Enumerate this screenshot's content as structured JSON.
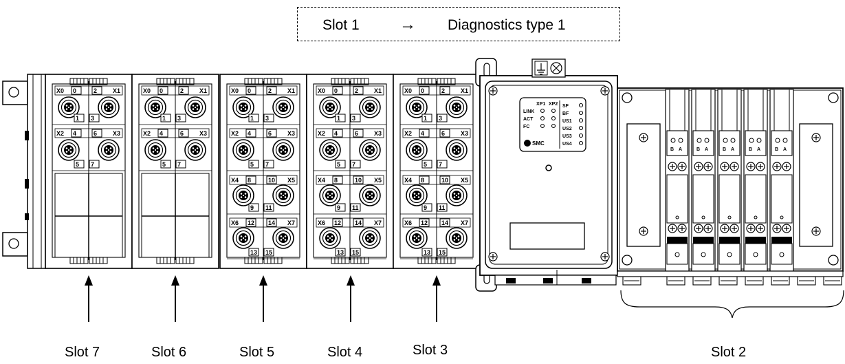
{
  "legend": {
    "slot": "Slot 1",
    "arrow": "→",
    "description": "Diagnostics type 1"
  },
  "slots": [
    {
      "label": "Slot 7"
    },
    {
      "label": "Slot 6"
    },
    {
      "label": "Slot 5"
    },
    {
      "label": "Slot 4"
    },
    {
      "label": "Slot 3"
    },
    {
      "label": "Slot 2"
    }
  ],
  "io_module": {
    "connector_labels_top": [
      "X0",
      "0",
      "2",
      "X1"
    ],
    "connector_labels_row1": [
      "1",
      "3"
    ],
    "connector_labels_mid": [
      "X2",
      "4",
      "6",
      "X3"
    ],
    "connector_labels_row2": [
      "5",
      "7"
    ],
    "connector_labels_row3_top": [
      "X4",
      "8",
      "10",
      "X5"
    ],
    "connector_labels_row3": [
      "9",
      "11"
    ],
    "connector_labels_row4_top": [
      "X6",
      "12",
      "14",
      "X7"
    ],
    "connector_labels_row4": [
      "13",
      "15"
    ]
  },
  "sı_unit": {
    "led_headers": [
      "XP1",
      "XP2"
    ],
    "led_rows": [
      "LINK",
      "ACT",
      "FC"
    ],
    "status_leds": [
      "SF",
      "BF",
      "US1",
      "US2",
      "US3",
      "US4"
    ],
    "brand": "SMC"
  },
  "valves": {
    "port_labels": [
      "B",
      "A"
    ]
  }
}
